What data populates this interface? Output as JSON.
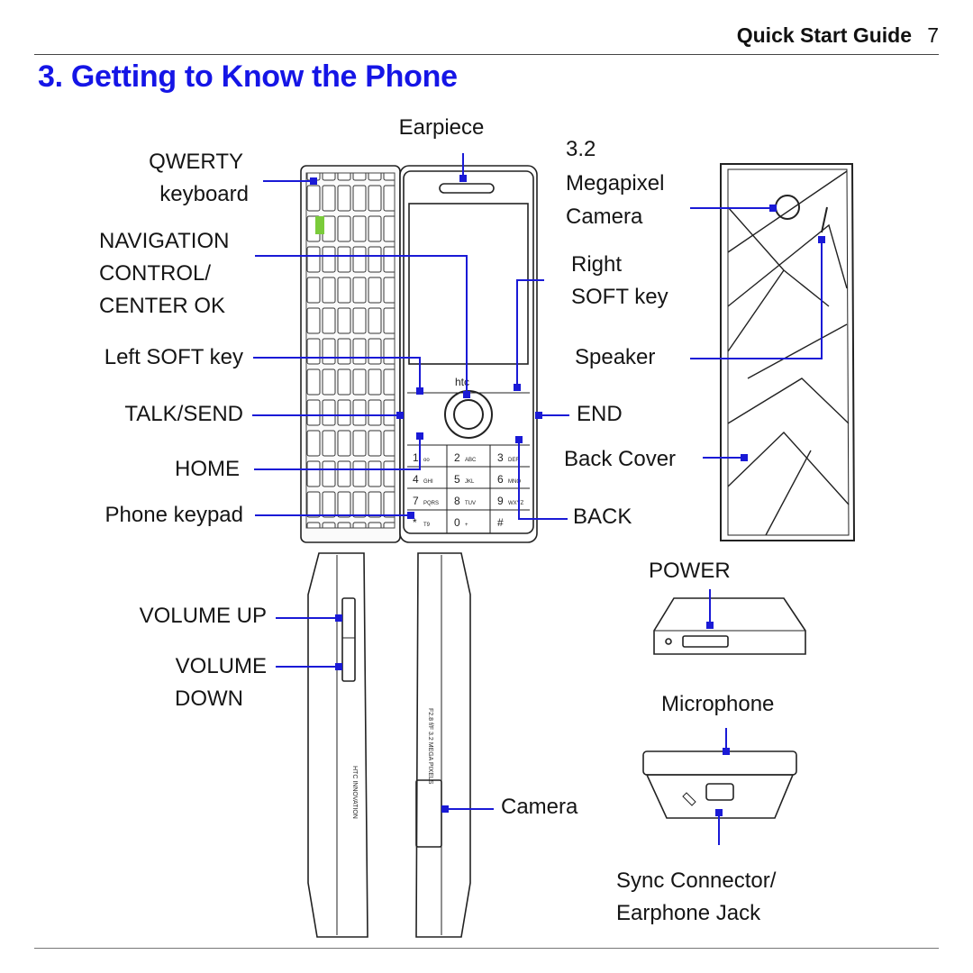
{
  "header": {
    "guide_title": "Quick Start Guide",
    "page_number": "7"
  },
  "section": {
    "title": "3. Getting to Know the Phone"
  },
  "labels": {
    "earpiece": "Earpiece",
    "qwerty_1": "QWERTY",
    "qwerty_2": "keyboard",
    "nav_1": "NAVIGATION",
    "nav_2": "CONTROL/",
    "nav_3": "CENTER OK",
    "left_soft": "Left SOFT key",
    "talk_send": "TALK/SEND",
    "home": "HOME",
    "phone_keypad": "Phone keypad",
    "camera_mp_1": "3.2",
    "camera_mp_2": "Megapixel",
    "camera_mp_3": "Camera",
    "right_soft_1": "Right",
    "right_soft_2": "SOFT key",
    "speaker": "Speaker",
    "end": "END",
    "back_cover": "Back Cover",
    "back": "BACK",
    "power": "POWER",
    "volume_up": "VOLUME UP",
    "volume_down_1": "VOLUME",
    "volume_down_2": "DOWN",
    "microphone": "Microphone",
    "camera": "Camera",
    "sync_1": "Sync Connector/",
    "sync_2": "Earphone Jack"
  },
  "phone_marks": {
    "brand": "htc",
    "keys": [
      {
        "num": "1",
        "sub": "oo"
      },
      {
        "num": "2",
        "sub": "ABC"
      },
      {
        "num": "3",
        "sub": "DEF"
      },
      {
        "num": "4",
        "sub": "GHI"
      },
      {
        "num": "5",
        "sub": "JKL"
      },
      {
        "num": "6",
        "sub": "MNO"
      },
      {
        "num": "7",
        "sub": "PQRS"
      },
      {
        "num": "8",
        "sub": "TUV"
      },
      {
        "num": "9",
        "sub": "WXYZ"
      },
      {
        "num": "*",
        "sub": "T9"
      },
      {
        "num": "0",
        "sub": "+"
      },
      {
        "num": "#",
        "sub": ""
      }
    ],
    "side_text_1": "F2.8 f/F 3.2 MEGA PIXELS",
    "side_text_2": "HTC INNOVATION"
  },
  "colors": {
    "accent": "#1515e6",
    "callout": "#1a1ad6",
    "line": "#222222"
  }
}
